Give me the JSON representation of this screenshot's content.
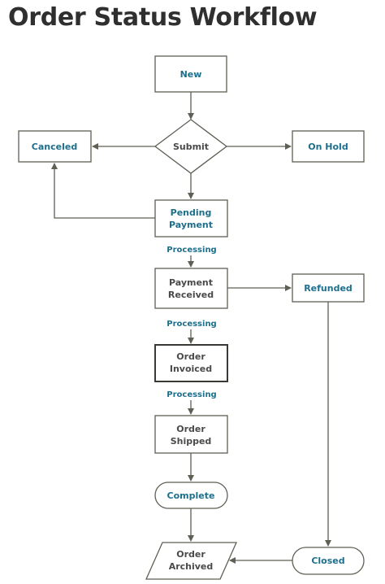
{
  "title": "Order Status Workflow",
  "colors": {
    "line": "#5f5f55",
    "highlight_text": "#1e6f8c",
    "dark_text": "#4a4a4a",
    "node_fill": "#ffffff"
  },
  "nodes": {
    "new": "New",
    "submit": "Submit",
    "canceled": "Canceled",
    "on_hold": "On Hold",
    "pending_payment": [
      "Pending",
      "Payment"
    ],
    "payment_received": [
      "Payment",
      "Received"
    ],
    "refunded": "Refunded",
    "order_invoiced": [
      "Order",
      "Invoiced"
    ],
    "order_shipped": [
      "Order",
      "Shipped"
    ],
    "complete": "Complete",
    "order_archived": [
      "Order",
      "Archived"
    ],
    "closed": "Closed"
  },
  "edge_labels": {
    "pending_to_received": "Processing",
    "received_to_invoiced": "Processing",
    "invoiced_to_shipped": "Processing"
  }
}
